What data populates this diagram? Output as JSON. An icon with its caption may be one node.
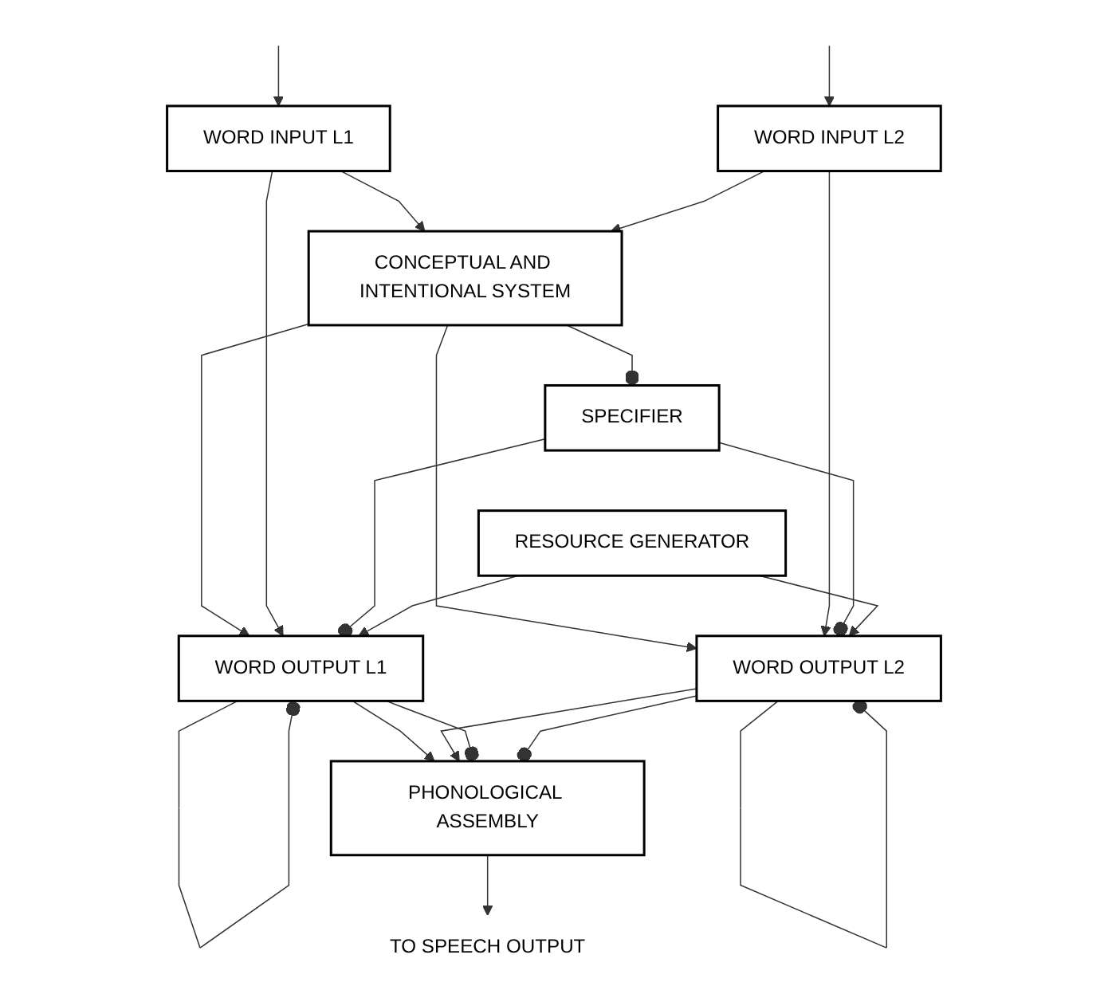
{
  "diagram": {
    "nodes": [
      {
        "text": [
          "WORD INPUT L1"
        ]
      },
      {
        "text": [
          "CONCEPTUAL AND INTENTIONAL SYSTEM"
        ]
      },
      {
        "text": [
          "WORD INPUT L2"
        ]
      },
      {
        "text": [
          "SPECIFIER"
        ]
      },
      {
        "text": [
          "WORD OUTPUT L1"
        ]
      },
      {
        "text": [
          "RESOURCE GENERATOR"
        ]
      },
      {
        "text": [
          "WORD OUTPUT L2"
        ]
      },
      {
        "text": [
          "PHONOLOGICAL ASSEMBLY"
        ]
      },
      {
        "text": [
          "TO SPEECH OUTPUT"
        ]
      }
    ],
    "edges": [
      {
        "from": null,
        "to": 0,
        "arrow": "to"
      },
      {
        "from": null,
        "to": 2,
        "arrow": "to"
      },
      {
        "from": 0,
        "to": 1,
        "arrow": "to"
      },
      {
        "from": 2,
        "to": 1,
        "arrow": "to"
      },
      {
        "from": 1,
        "to": 3,
        "arrow": "other"
      },
      {
        "from": 1,
        "to": 4,
        "arrow": "to"
      },
      {
        "from": 1,
        "to": 6,
        "arrow": "to"
      },
      {
        "from": 0,
        "to": 4,
        "arrow": "to"
      },
      {
        "from": 2,
        "to": 6,
        "arrow": "to"
      },
      {
        "from": 3,
        "to": 4,
        "arrow": "other"
      },
      {
        "from": 3,
        "to": 6,
        "arrow": "other"
      },
      {
        "from": 5,
        "to": 4,
        "arrow": "to"
      },
      {
        "from": 5,
        "to": 6,
        "arrow": "to"
      },
      {
        "from": 4,
        "to": 4,
        "arrow": "other"
      },
      {
        "from": 6,
        "to": 6,
        "arrow": "other"
      },
      {
        "from": 4,
        "to": 7,
        "arrow": "to"
      },
      {
        "from": 6,
        "to": 7,
        "arrow": "to"
      },
      {
        "from": 4,
        "to": 7,
        "arrow": "other"
      },
      {
        "from": 6,
        "to": 7,
        "arrow": "other"
      },
      {
        "from": 7,
        "to": 8,
        "arrow": "to"
      }
    ]
  }
}
